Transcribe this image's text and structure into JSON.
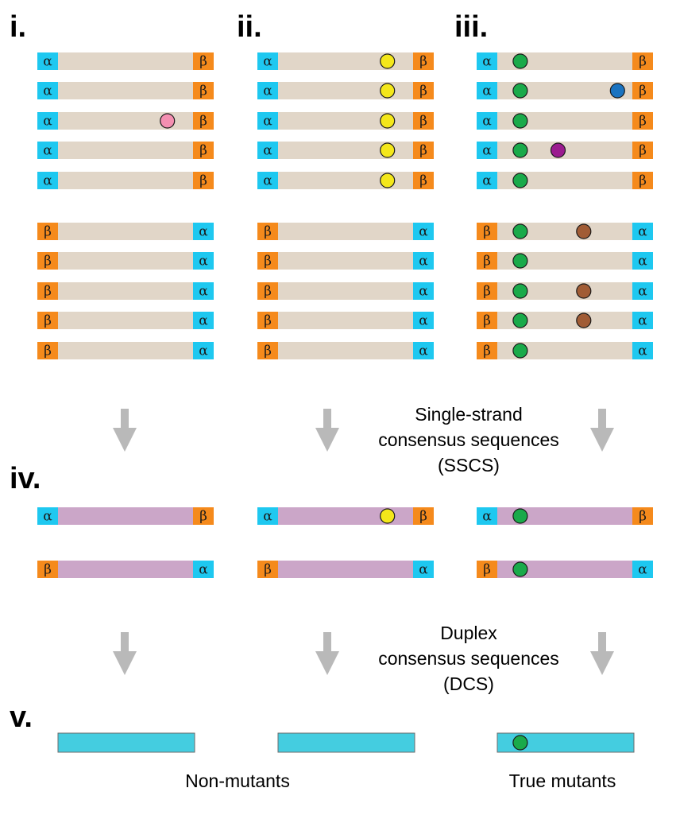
{
  "panel_labels": [
    "i.",
    "ii.",
    "iii.",
    "iv.",
    "v."
  ],
  "tags": {
    "alpha": "α",
    "beta": "β"
  },
  "colors": {
    "read_body": "#e1d6c8",
    "sscs_body": "#cba6c8",
    "dcs_body": "#44cde0",
    "alpha_tag": "#1ec8f0",
    "beta_tag": "#f58a1c",
    "arrow": "#b9b9b9"
  },
  "sscs_caption": [
    "Single-strand",
    "consensus sequences",
    "(SSCS)"
  ],
  "dcs_caption": [
    "Duplex",
    "consensus sequences",
    "(DCS)"
  ],
  "outcome_labels": {
    "non_mutants": "Non-mutants",
    "true_mutants": "True mutants"
  },
  "columns": [
    {
      "id": "i",
      "reads_top": [
        [],
        [],
        [
          {
            "pos": 0.81,
            "color": "#f48fb1"
          }
        ],
        [],
        []
      ],
      "reads_bottom": [
        [],
        [],
        [],
        [],
        []
      ],
      "sscs": [
        [],
        []
      ],
      "dcs": []
    },
    {
      "id": "ii",
      "reads_top": [
        [
          {
            "pos": 0.81,
            "color": "#f4e71a"
          }
        ],
        [
          {
            "pos": 0.81,
            "color": "#f4e71a"
          }
        ],
        [
          {
            "pos": 0.81,
            "color": "#f4e71a"
          }
        ],
        [
          {
            "pos": 0.81,
            "color": "#f4e71a"
          }
        ],
        [
          {
            "pos": 0.81,
            "color": "#f4e71a"
          }
        ]
      ],
      "reads_bottom": [
        [],
        [],
        [],
        [],
        []
      ],
      "sscs": [
        [
          {
            "pos": 0.81,
            "color": "#f4e71a"
          }
        ],
        []
      ],
      "dcs": []
    },
    {
      "id": "iii",
      "reads_top": [
        [
          {
            "pos": 0.17,
            "color": "#1aaa4a"
          }
        ],
        [
          {
            "pos": 0.17,
            "color": "#1aaa4a"
          },
          {
            "pos": 0.89,
            "color": "#1a73c0"
          }
        ],
        [
          {
            "pos": 0.17,
            "color": "#1aaa4a"
          }
        ],
        [
          {
            "pos": 0.17,
            "color": "#1aaa4a"
          },
          {
            "pos": 0.45,
            "color": "#9b1b8f"
          }
        ],
        [
          {
            "pos": 0.17,
            "color": "#1aaa4a"
          }
        ]
      ],
      "reads_bottom": [
        [
          {
            "pos": 0.17,
            "color": "#1aaa4a"
          },
          {
            "pos": 0.64,
            "color": "#a15c35"
          }
        ],
        [
          {
            "pos": 0.17,
            "color": "#1aaa4a"
          }
        ],
        [
          {
            "pos": 0.17,
            "color": "#1aaa4a"
          },
          {
            "pos": 0.64,
            "color": "#a15c35"
          }
        ],
        [
          {
            "pos": 0.17,
            "color": "#1aaa4a"
          },
          {
            "pos": 0.64,
            "color": "#a15c35"
          }
        ],
        [
          {
            "pos": 0.17,
            "color": "#1aaa4a"
          }
        ]
      ],
      "sscs": [
        [
          {
            "pos": 0.17,
            "color": "#1aaa4a"
          }
        ],
        [
          {
            "pos": 0.17,
            "color": "#1aaa4a"
          }
        ]
      ],
      "dcs": [
        {
          "pos": 0.17,
          "color": "#1aaa4a"
        }
      ]
    }
  ]
}
